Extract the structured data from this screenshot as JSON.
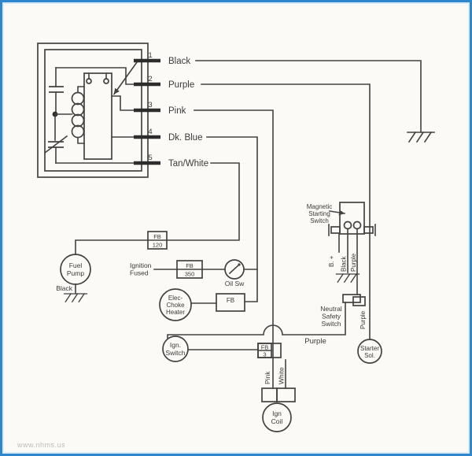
{
  "diagram": {
    "watermark": "www.nhms.us",
    "colors": {
      "wire": "#424242",
      "border": "#2f86cd",
      "background": "#fbfaf7",
      "watermark": "#bcbcbc"
    },
    "relay_block": {
      "terminals": [
        {
          "number": "1",
          "color_label": "Black"
        },
        {
          "number": "2",
          "color_label": "Purple"
        },
        {
          "number": "3",
          "color_label": "Pink"
        },
        {
          "number": "4",
          "color_label": "Dk. Blue"
        },
        {
          "number": "5",
          "color_label": "Tan/White"
        }
      ]
    },
    "fuses": {
      "fb120": {
        "name": "FB",
        "rating": "120"
      },
      "fb350": {
        "name": "FB",
        "rating": "350"
      },
      "fb3": {
        "name": "FB",
        "rating": "3"
      },
      "fb_choke": {
        "name": "FB"
      }
    },
    "fuel_pump": {
      "line1": "Fuel",
      "line2": "Pump",
      "ground_label": "Black"
    },
    "ignition_fused": {
      "line1": "Ignition",
      "line2": "Fused"
    },
    "oil_switch": {
      "label": "Oil Sw"
    },
    "choke_heater": {
      "line1": "Elec-",
      "line2": "Choke",
      "line3": "Heater"
    },
    "ignition_switch": {
      "line1": "Ign.",
      "line2": "Switch"
    },
    "magnetic_switch": {
      "line1": "Magnetic",
      "line2": "Starting",
      "line3": "Switch",
      "b_plus": "B. +",
      "black_label": "Black",
      "purple_label": "Purple"
    },
    "neutral_safety": {
      "line1": "Neutral",
      "line2": "Safety",
      "line3": "Switch",
      "purple_label": "Purple"
    },
    "purple_run_label": "Purple",
    "starter_solenoid": {
      "line1": "Starter",
      "line2": "Sol."
    },
    "ignition_coil": {
      "line1": "Ign",
      "line2": "Coil",
      "pink_label": "Pink",
      "white_label": "White"
    }
  }
}
